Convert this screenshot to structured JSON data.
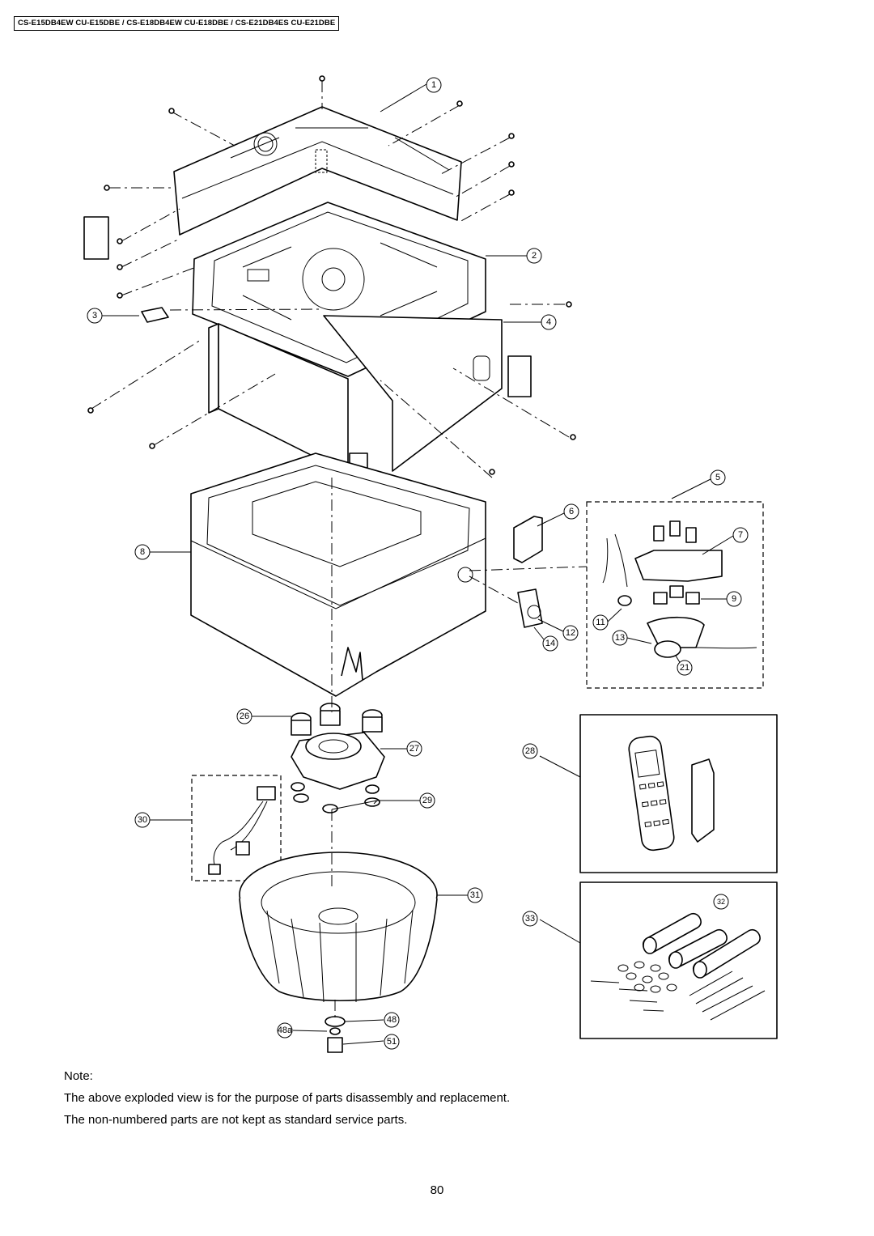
{
  "header": {
    "models": "CS-E15DB4EW CU-E15DBE / CS-E18DB4EW CU-E18DBE / CS-E21DB4ES CU-E21DBE"
  },
  "callouts": [
    "1",
    "2",
    "3",
    "4",
    "5",
    "6",
    "7",
    "8",
    "9",
    "11",
    "12",
    "13",
    "14",
    "21",
    "26",
    "27",
    "28",
    "29",
    "30",
    "31",
    "32",
    "33",
    "48",
    "48a",
    "51"
  ],
  "note": {
    "heading": "Note:",
    "line1": "The above exploded view is for the purpose of parts disassembly and replacement.",
    "line2": "The non-numbered parts are not kept as standard service parts."
  },
  "page_number": "80"
}
